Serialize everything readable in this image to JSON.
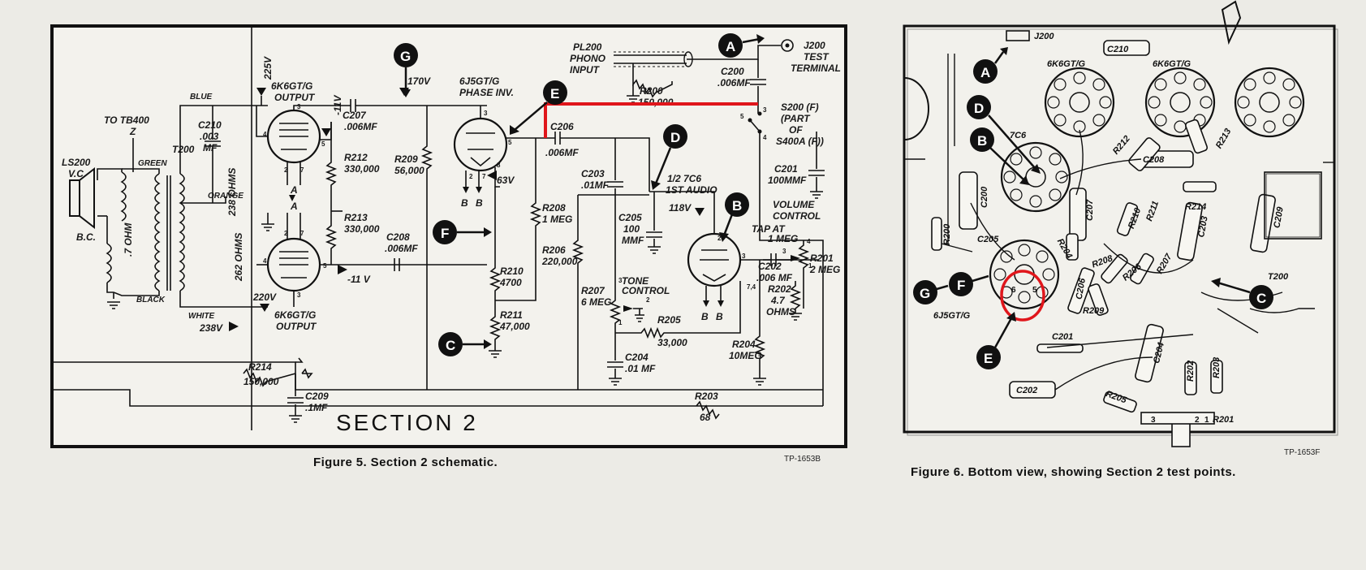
{
  "figure5": {
    "caption": "Figure 5.  Section 2 schematic.",
    "code": "TP-1653B",
    "section_title": "SECTION 2",
    "labels": {
      "to_tb400": "TO TB400",
      "z": "Z",
      "ls200": "LS200",
      "vc": "V.C.",
      "bc": "B.C.",
      "t200": "T200",
      "green": "GREEN",
      "black": "BLACK",
      "blue": "BLUE",
      "orange": "ORANGE",
      "white": "WHITE",
      "ohm7": ".7 OHM",
      "ohm238": "238 OHMS",
      "ohm262": "262 OHMS",
      "v225": "225V",
      "v220": "220V",
      "v238": "238V",
      "c210": "C210",
      "c210v": ".003",
      "c210u": "MF",
      "tube_out1": "6K6GT/G",
      "tube_out1b": "OUTPUT",
      "tube_out2": "6K6GT/G",
      "tube_out2b": "OUTPUT",
      "m11v": "-11V",
      "m11v2": "-11 V",
      "c207": "C207",
      "c207v": ".006MF",
      "r212": "R212",
      "r212v": "330,000",
      "r213": "R213",
      "r213v": "330,000",
      "c208": "C208",
      "c208v": ".006MF",
      "v170": "170V",
      "r209": "R209",
      "r209v": "56,000",
      "tube_pi": "6J5GT/G",
      "tube_pib": "PHASE INV.",
      "v63": "63V",
      "c206": "C206",
      "c206v": ".006MF",
      "r208": "R208",
      "r208v": "1 MEG",
      "r206": "R206",
      "r206v": "220,000",
      "r210": "R210",
      "r210v": "4700",
      "r211": "R211",
      "r211v": "47,000",
      "r214": "R214",
      "r214v": "150,000",
      "c209": "C209",
      "c209v": ".1MF",
      "pl200": "PL200",
      "phono": "PHONO",
      "input": "INPUT",
      "r200": "R200",
      "r200v": "150,000",
      "c200": "C200",
      "c200v": ".006MF",
      "j200": "J200",
      "test": "TEST",
      "terminal": "TERMINAL",
      "s200": "S200 (F)",
      "part": "(PART",
      "of": "OF",
      "s400a": "S400A (F))",
      "c201": "C201",
      "c201v": "100MMF",
      "c203": "C203",
      "c203v": ".01MF",
      "c205": "C205",
      "c205v1": "100",
      "c205v2": "MMF",
      "tube_a": "1/2 7C6",
      "tube_ab": "1ST AUDIO",
      "v118": "118V",
      "volume": "VOLUME",
      "control": "CONTROL",
      "tap": "TAP AT",
      "tap1meg": "1 MEG",
      "r201": "R201",
      "r201v": "2 MEG",
      "c202": "C202",
      "c202v": ".006 MF",
      "r202": "R202",
      "r202v1": "4.7",
      "r202v2": "OHMS",
      "tone": "TONE",
      "tone2": "CONTROL",
      "r207": "R207",
      "r207v": "6 MEG",
      "r205": "R205",
      "r205v": "33,000",
      "c204": "C204",
      "c204v": ".01 MF",
      "r204": "R204",
      "r204v": "10MEG",
      "r203": "R203",
      "r203v": "68"
    },
    "test_points": [
      "A",
      "B",
      "C",
      "D",
      "E",
      "F",
      "G"
    ]
  },
  "figure6": {
    "caption": "Figure 6.  Bottom view, showing Section 2 test points.",
    "code": "TP-1653F",
    "labels": {
      "j200": "J200",
      "c210": "C210",
      "tube1": "6K6GT/G",
      "tube2": "6K6GT/G",
      "tube3": "7C6",
      "tube4": "6J5GT/G",
      "c200": "C200",
      "c205": "C205",
      "r200": "R200",
      "r204": "R204",
      "c207": "C207",
      "r210": "R210",
      "r211": "R211",
      "r212": "R212",
      "r213": "R213",
      "c208": "C208",
      "r214": "R214",
      "c209": "C209",
      "r208": "R208",
      "r206": "R206",
      "r207": "R207",
      "c203": "C203",
      "c206": "C206",
      "r209": "R209",
      "c201": "C201",
      "c204": "C204",
      "c202": "C202",
      "r205": "R205",
      "r202": "R202",
      "r203": "R203",
      "r201": "R201",
      "t200": "T200"
    },
    "test_points": [
      "A",
      "B",
      "C",
      "D",
      "E",
      "F",
      "G"
    ]
  },
  "colors": {
    "highlight": "#e0161b",
    "ink": "#111111",
    "paper": "#ecebe6",
    "panel": "#f2f1ec"
  }
}
